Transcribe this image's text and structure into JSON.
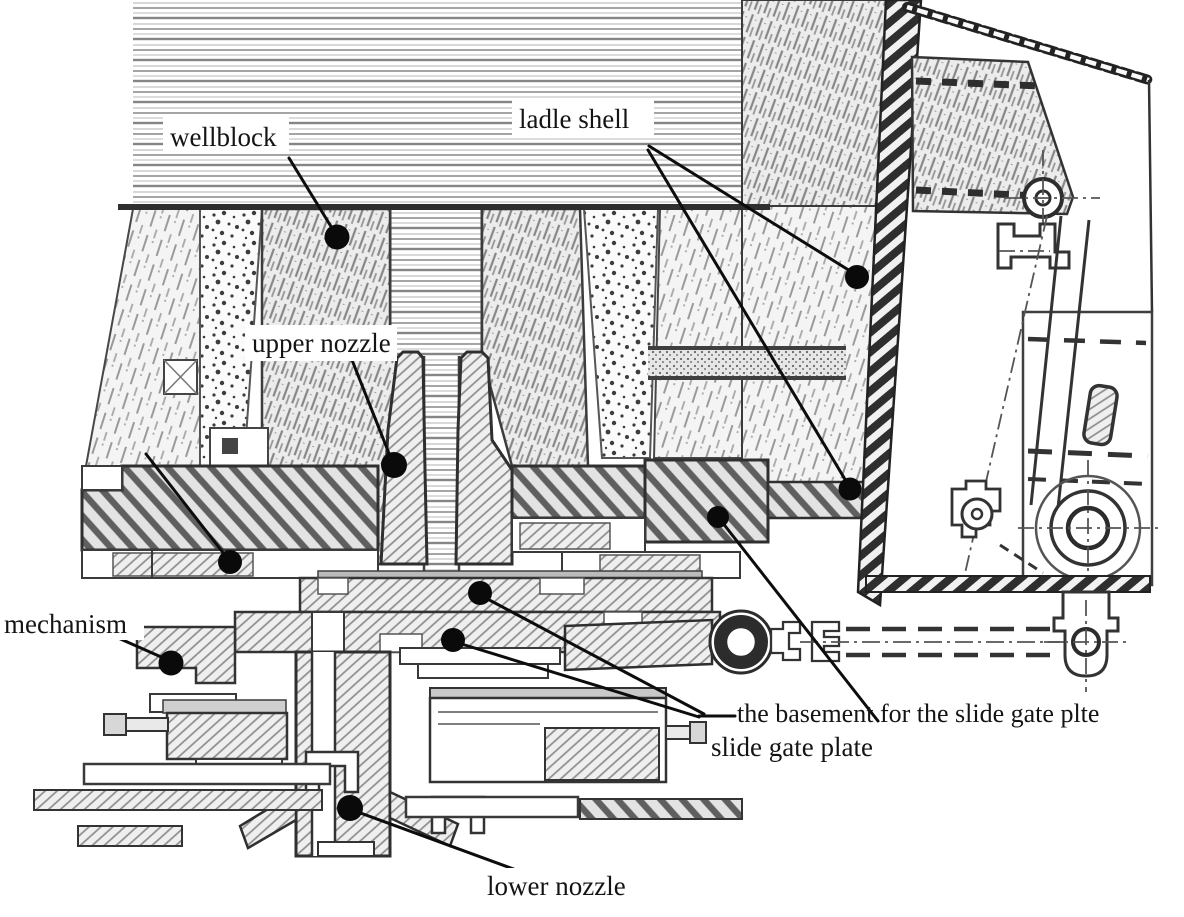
{
  "diagram": {
    "type": "technical-cross-section-drawing",
    "labels": {
      "wellblock": "wellblock",
      "ladle_shell": "ladle shell",
      "upper_nozzle": "upper nozzle",
      "mechanism": "mechanism",
      "basement": "the basement for the slide gate plte",
      "slide_gate_plate": "slide gate plate",
      "lower_nozzle": "lower nozzle"
    },
    "colors": {
      "ink": "#1a1a1a",
      "hatch": "#6b6b6b",
      "steel_lines": "#9a9a9a",
      "background": "#ffffff",
      "callout_dot": "#0a0a0a"
    }
  }
}
